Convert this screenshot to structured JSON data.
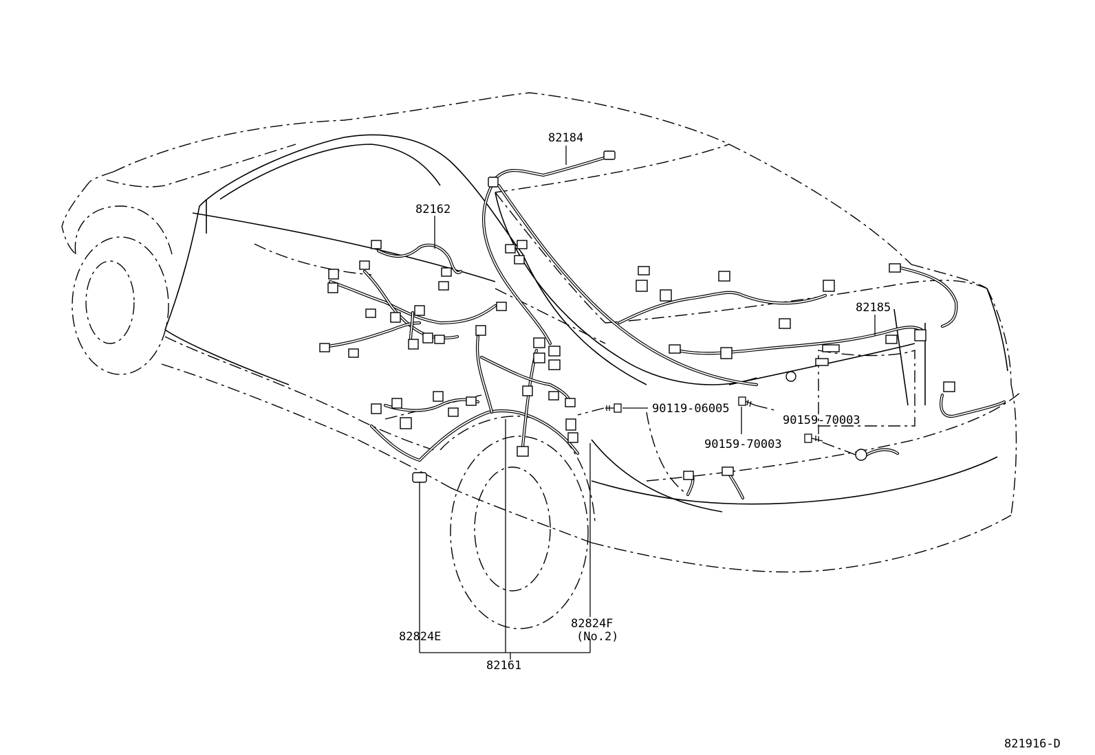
{
  "diagram": {
    "labels": {
      "p82184": "82184",
      "p82162": "82162",
      "p82185": "82185",
      "p90119_06005": "90119-06005",
      "p90159_70003_a": "90159-70003",
      "p90159_70003_b": "90159-70003",
      "p82824E": "82824E",
      "p82824F": "82824F",
      "p82824F_note": "(No.2)",
      "p82161": "82161",
      "drawing_id": "821916-D"
    }
  }
}
